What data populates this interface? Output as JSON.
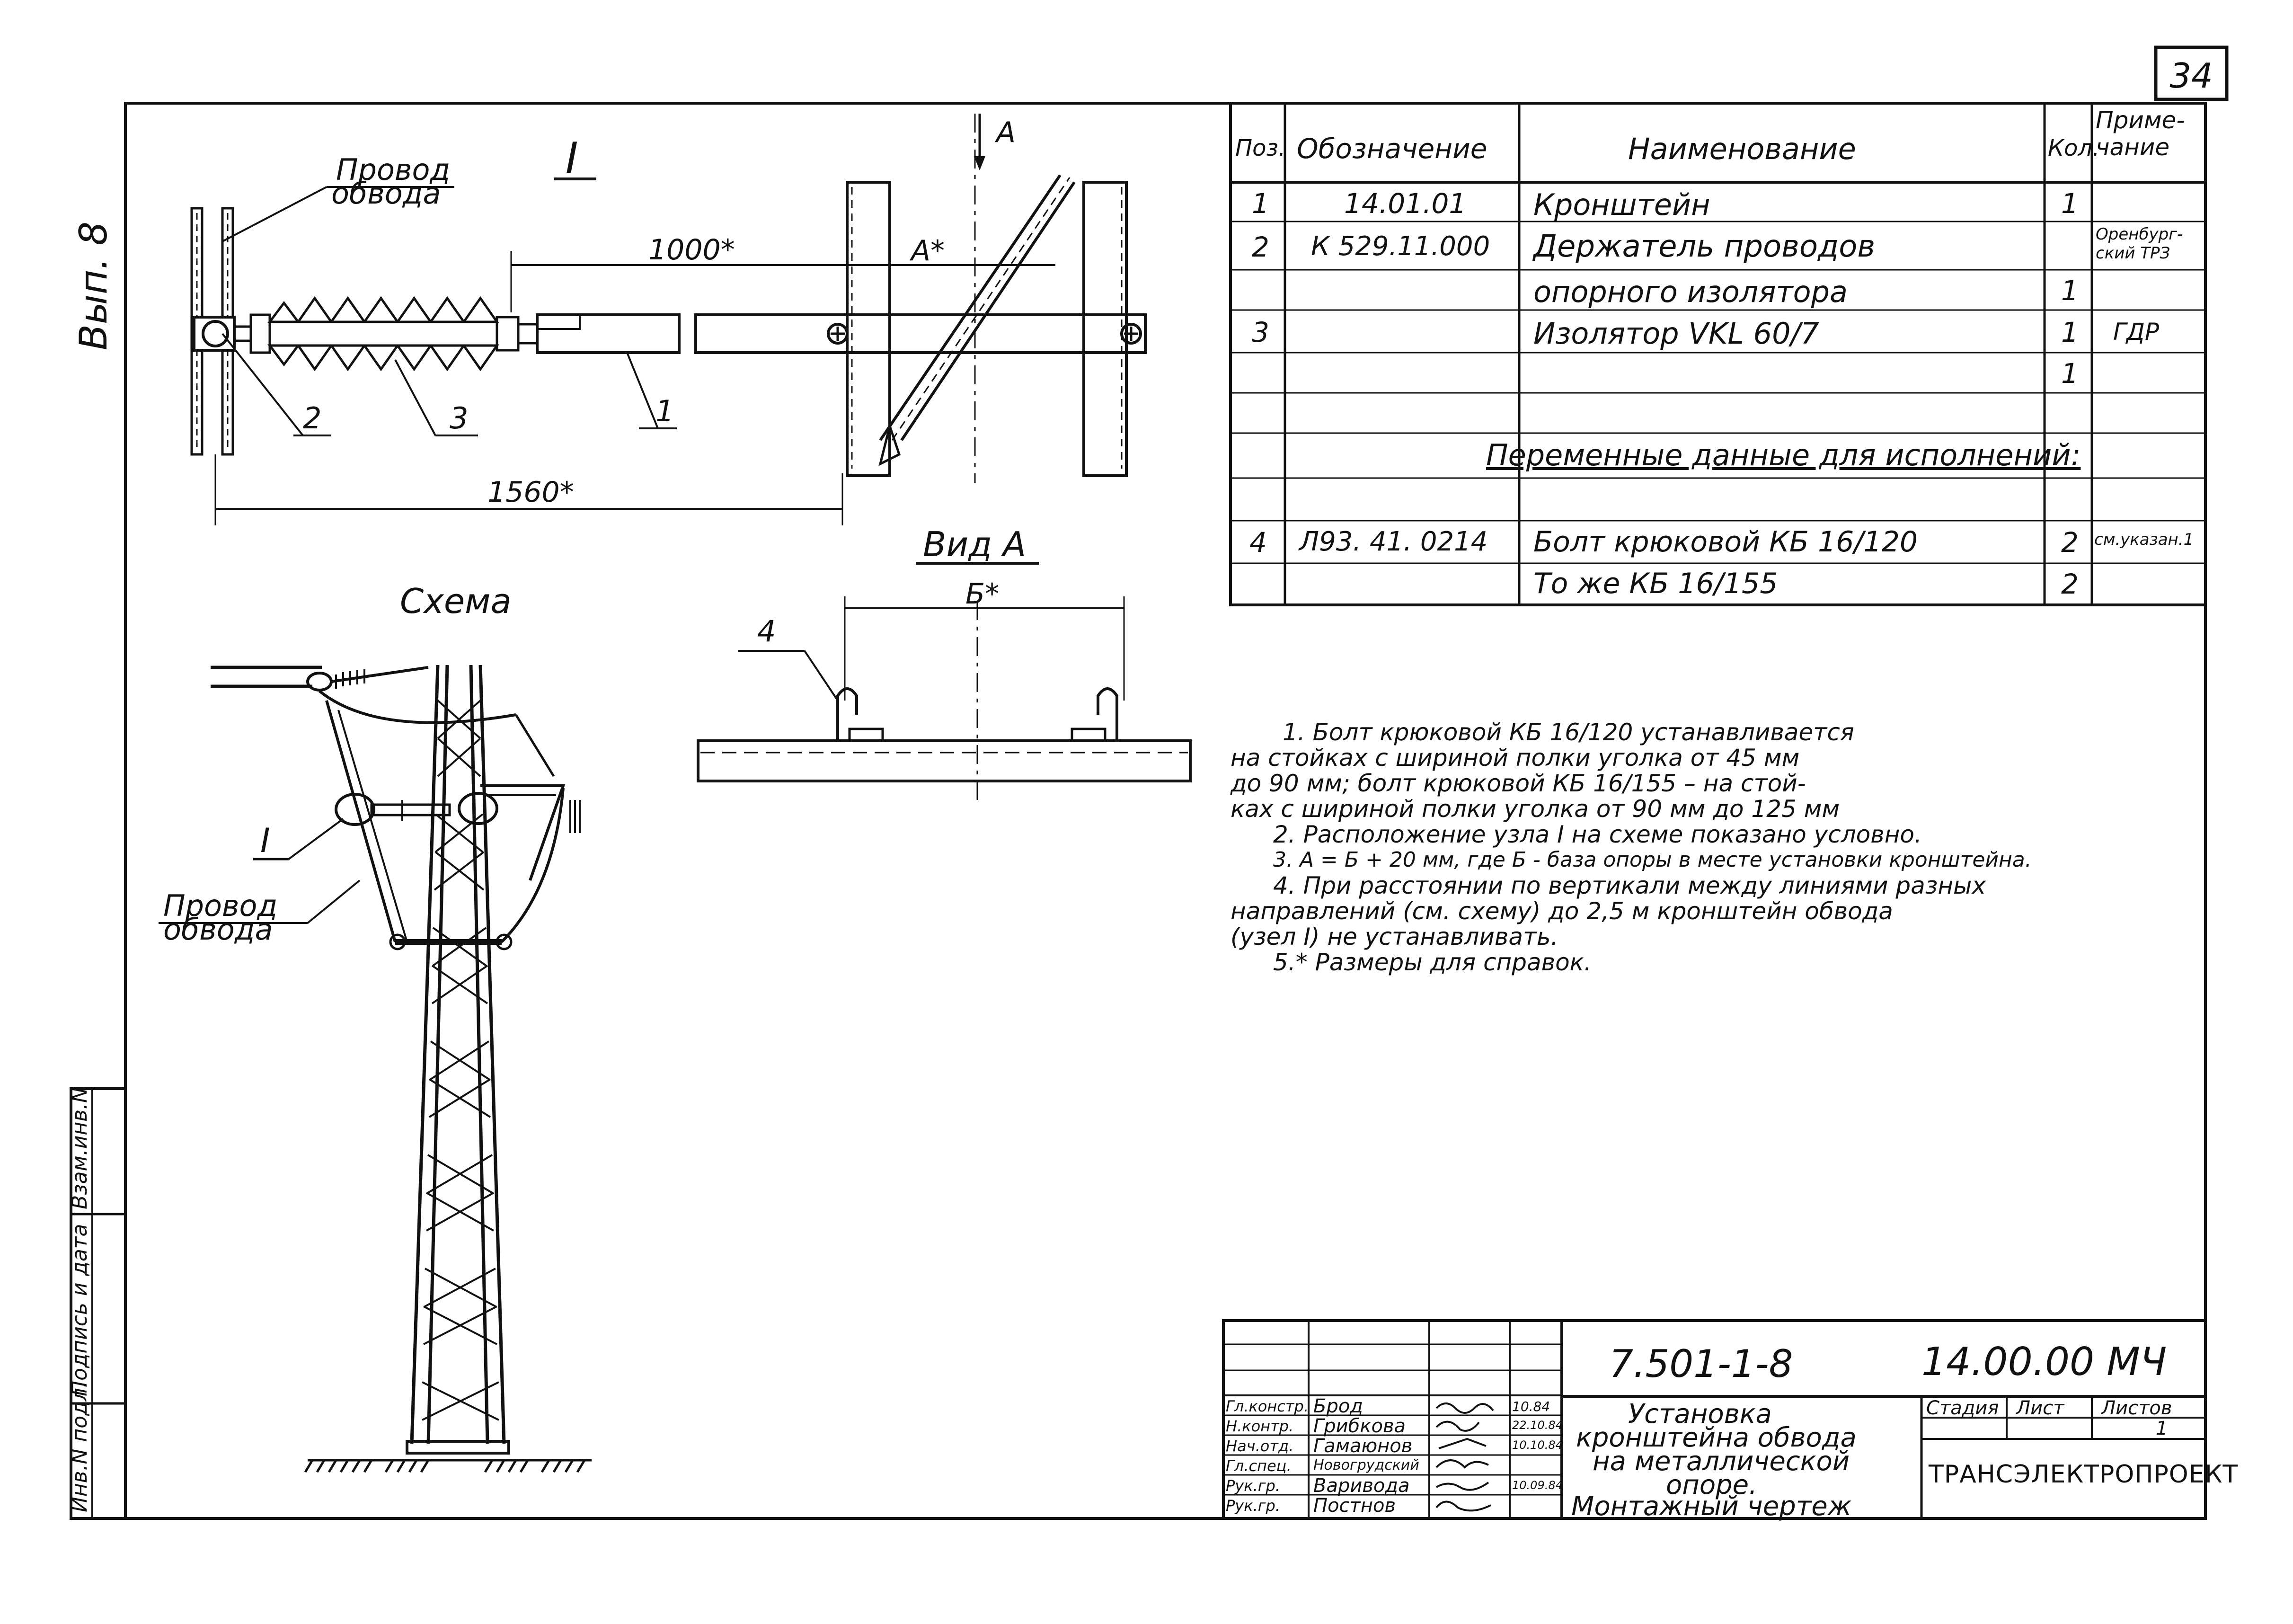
{
  "sheet_number": "34",
  "edition_mark": "Вып. 8",
  "drawing": {
    "node_label": "I",
    "bypass_wire": [
      "Провод",
      "обвода"
    ],
    "dim_1000": "1000*",
    "dim_1560": "1560*",
    "dim_A": "A*",
    "view_arrow": "A",
    "callouts": [
      "1",
      "2",
      "3",
      "4"
    ],
    "view_a_title": "Вид А",
    "dim_b": "Б*",
    "scheme_title": "Схема",
    "scheme_node": "I",
    "scheme_wire": [
      "Провод",
      "обвода"
    ]
  },
  "spec_table": {
    "headers": {
      "pos": "Поз.",
      "designation": "Обозначение",
      "name": "Наименование",
      "qty": "Кол.",
      "note": [
        "Приме-",
        "чание"
      ]
    },
    "rows": [
      {
        "pos": "1",
        "designation": "14.01.01",
        "name": "Кронштейн",
        "qty": "1",
        "note": ""
      },
      {
        "pos": "2",
        "designation": "К 529.11.000",
        "name": "Держатель проводов",
        "qty": "",
        "note": [
          "Оренбург-",
          "ский ТРЗ"
        ]
      },
      {
        "pos": "",
        "designation": "",
        "name": "опорного изолятора",
        "qty": "1",
        "note": ""
      },
      {
        "pos": "3",
        "designation": "",
        "name": "Изолятор  VKL 60/7",
        "qty": "1",
        "note": "ГДР"
      },
      {
        "pos": "",
        "designation": "",
        "name": "",
        "qty": "1",
        "note": ""
      },
      {
        "pos": "",
        "designation": "",
        "name": "",
        "qty": "",
        "note": ""
      },
      {
        "pos": "",
        "designation": "",
        "name": "Переменные данные для исполнений:",
        "qty": "",
        "note": ""
      },
      {
        "pos": "",
        "designation": "",
        "name": "",
        "qty": "",
        "note": ""
      },
      {
        "pos": "4",
        "designation": "Л93. 41. 0214",
        "name": "Болт крюковой   КБ 16/120",
        "qty": "2",
        "note": "см.указан.1"
      },
      {
        "pos": "",
        "designation": "",
        "name": "То же      КБ 16/155",
        "qty": "2",
        "note": ""
      }
    ]
  },
  "notes": [
    "1. Болт крюковой КБ 16/120  устанавливается",
    "на стойках  с шириной  полки уголка от 45 мм",
    "до 90 мм;  болт  крюковой  КБ  16/155 – на стой-",
    "ках  с шириной  полки  уголка  от 90 мм до 125 мм",
    "2. Расположение узла I на схеме показано условно.",
    "3. А = Б + 20 мм, где Б - база опоры в месте установки кронштейна.",
    "4. При расстоянии по вертикали между линиями разных",
    "направлений (см. схему) до 2,5 м кронштейн обвода",
    "(узел I) не устанавливать.",
    "5.* Размеры для справок."
  ],
  "side_stamp": [
    "Инв.N подл.",
    "Подпись и дата",
    "Взам.инв.N"
  ],
  "title_block": {
    "code": "7.501-1-8",
    "doc_number": "14.00.00 МЧ",
    "title_lines": [
      "Установка",
      "кронштейна обвода",
      "на металлической",
      "опоре."
    ],
    "title_sub": "Монтажный чертеж",
    "stage_label": "Стадия",
    "sheet_label": "Лист",
    "sheets_label": "Листов",
    "sheets_value": "1",
    "company": "ТРАНСЭЛЕКТРОПРОЕКТ",
    "roles": [
      {
        "role": "Гл.констр.",
        "name": "Брод",
        "date": "10.84"
      },
      {
        "role": "Н.контр.",
        "name": "Грибкова",
        "date": "22.10.84"
      },
      {
        "role": "Нач.отд.",
        "name": "Гамаюнов",
        "date": "10.10.84"
      },
      {
        "role": "Гл.спец.",
        "name": "Новогрудский",
        "date": ""
      },
      {
        "role": "Рук.гр.",
        "name": "Варивода",
        "date": "10.09.84"
      },
      {
        "role": "Рук.гр.",
        "name": "Постнов",
        "date": ""
      }
    ]
  }
}
